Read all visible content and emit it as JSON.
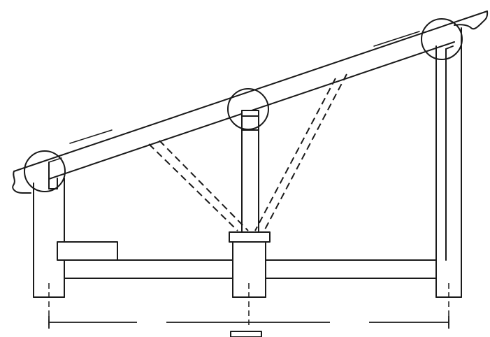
{
  "diagram": {
    "type": "timber lean-to roof section",
    "parts": [
      "roof-rafter",
      "left-post",
      "center-post",
      "right-post",
      "floor-beam",
      "strut-braces",
      "pier-cap",
      "low-block",
      "joint-circles",
      "dimension-line"
    ],
    "annotations": [],
    "colors": {
      "stroke": "#1a1a1a",
      "background": "#ffffff"
    }
  }
}
